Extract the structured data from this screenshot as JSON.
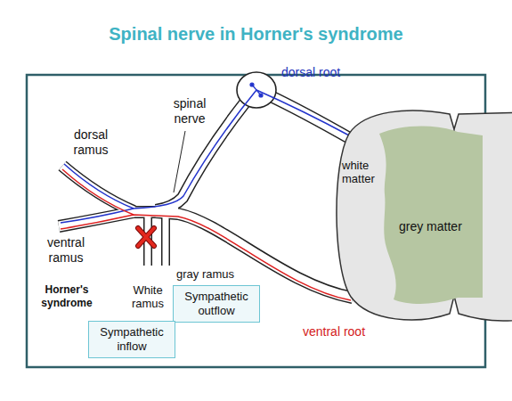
{
  "diagram": {
    "title": "Spinal nerve in Horner's syndrome",
    "nodes": [
      {
        "text": [
          "white matter"
        ]
      },
      {
        "text": [
          "grey matter"
        ],
        "in": 0
      },
      {
        "text": [
          "Sympathetic outflow"
        ]
      },
      {
        "text": [
          "Sympathetic inflow"
        ]
      }
    ],
    "labels": [
      "dorsal root",
      "spinal nerve",
      "dorsal ramus",
      "ventral ramus",
      "Horner's syndrome",
      "White ramus",
      "gray ramus",
      "ventral root"
    ]
  }
}
